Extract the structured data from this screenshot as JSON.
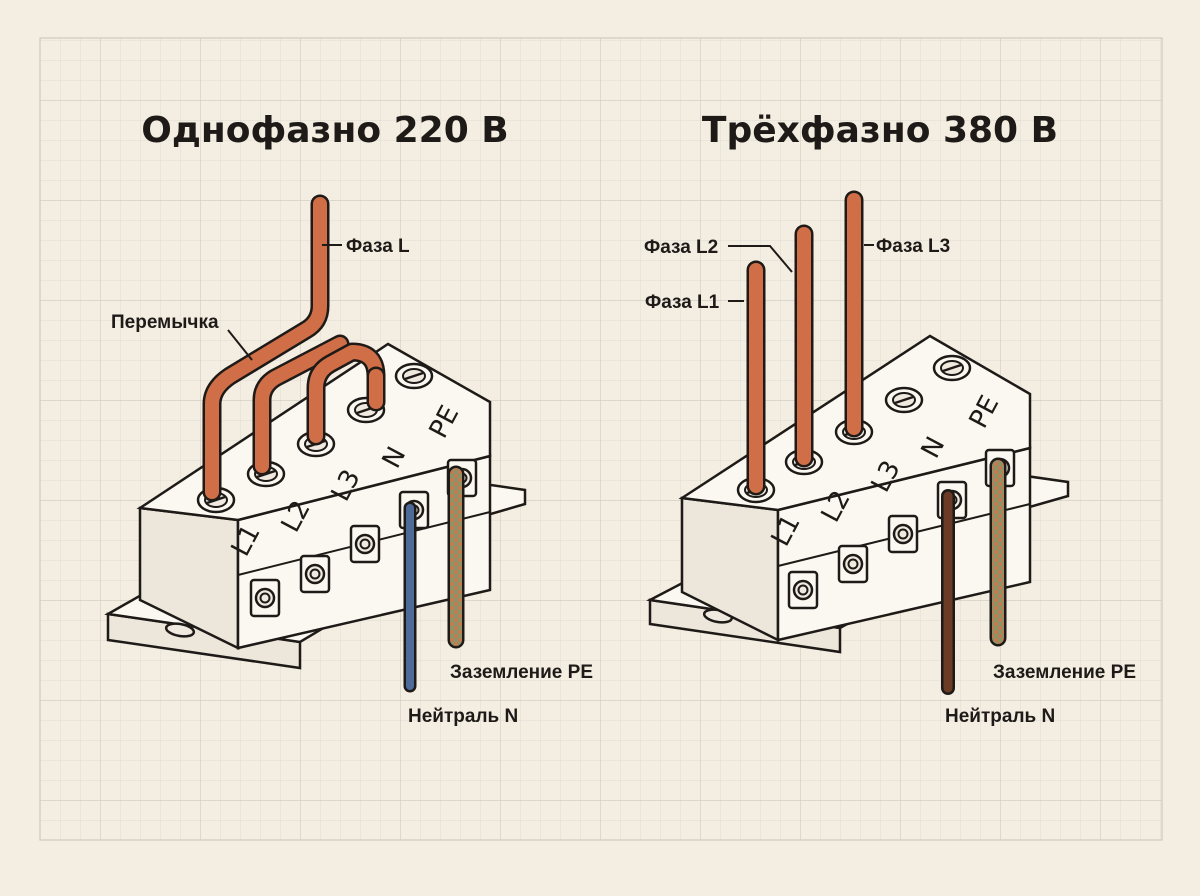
{
  "panels": [
    {
      "title": "Однофазно 220 В",
      "terminals": [
        "L1",
        "L2",
        "L3",
        "N",
        "PE"
      ],
      "labels": {
        "phase": "Фаза L",
        "jumper": "Перемычка",
        "ground": "Заземление PE",
        "neutral": "Нейтраль N"
      }
    },
    {
      "title": "Трёхфазно 380 В",
      "terminals": [
        "L1",
        "L2",
        "L3",
        "N",
        "PE"
      ],
      "labels": {
        "phase_l1": "Фаза L1",
        "phase_l2": "Фаза L2",
        "phase_l3": "Фаза L3",
        "ground": "Заземление PE",
        "neutral": "Нейтраль N"
      }
    }
  ],
  "colors": {
    "paper": "#f3ede2",
    "grid": "#d9d4cc",
    "outline": "#1e1a17",
    "block": "#fbf8f2",
    "copper": "#cf6e47",
    "neutral_blue": "#4d6a99",
    "neutral_brown": "#6b3b26",
    "ground_braid": "#b08a5a"
  }
}
